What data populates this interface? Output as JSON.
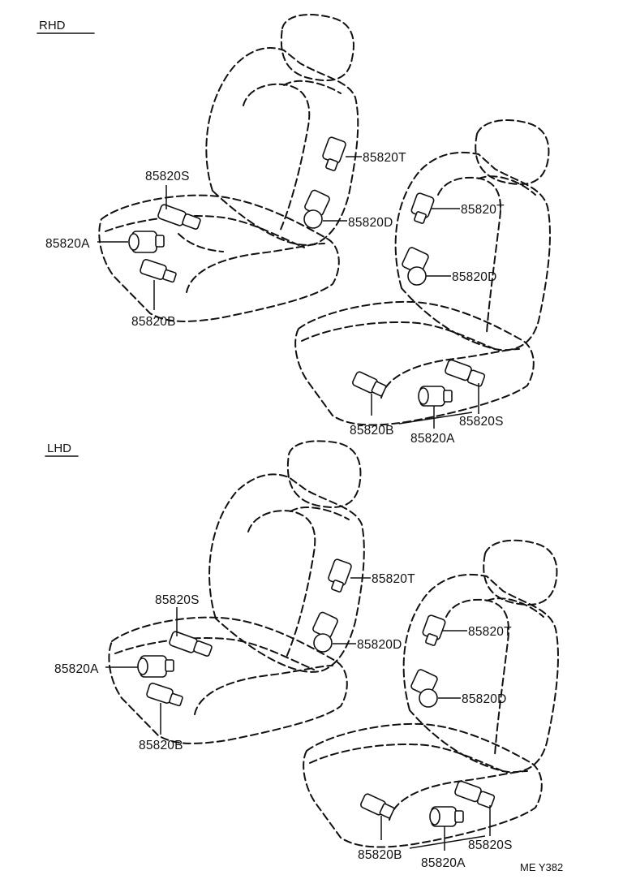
{
  "sections": {
    "rhd": {
      "heading": "RHD"
    },
    "lhd": {
      "heading": "LHD"
    }
  },
  "parts": {
    "t": "85820T",
    "s": "85820S",
    "d": "85820D",
    "a": "85820A",
    "b": "85820B"
  },
  "figure_code": "ME Y382"
}
